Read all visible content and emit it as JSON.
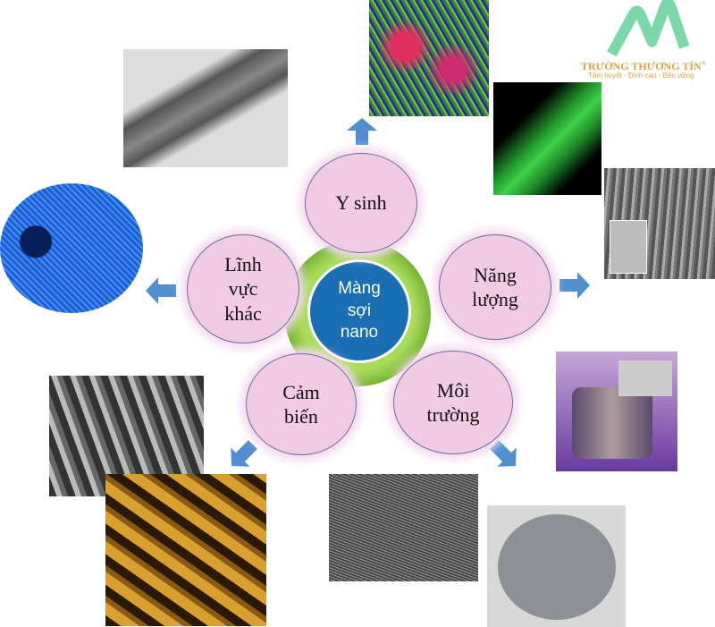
{
  "center": {
    "lines": [
      "Màng",
      "sợi",
      "nano"
    ]
  },
  "branches": [
    {
      "id": "y-sinh",
      "lines": [
        "Y sinh"
      ]
    },
    {
      "id": "nang-luong",
      "lines": [
        "Năng",
        "lượng"
      ]
    },
    {
      "id": "moi-truong",
      "lines": [
        "Môi",
        "trường"
      ]
    },
    {
      "id": "cam-bien",
      "lines": [
        "Cảm",
        "biến"
      ]
    },
    {
      "id": "linh-vuc-khac",
      "lines": [
        "Lĩnh",
        "vực",
        "khác"
      ]
    }
  ],
  "logo": {
    "name": "TRƯỜNG THƯƠNG TÍN",
    "registered": "®",
    "slogan": "Tâm huyết - Đỉnh cao - Bền vững",
    "color": "#5fce96",
    "text_color": "#e0a044"
  },
  "colors": {
    "bubble": "#f1cbe4",
    "center_blue": "#1a6fb4",
    "ring_green": "#8cc63f",
    "arrow": "#4f8fd0"
  }
}
